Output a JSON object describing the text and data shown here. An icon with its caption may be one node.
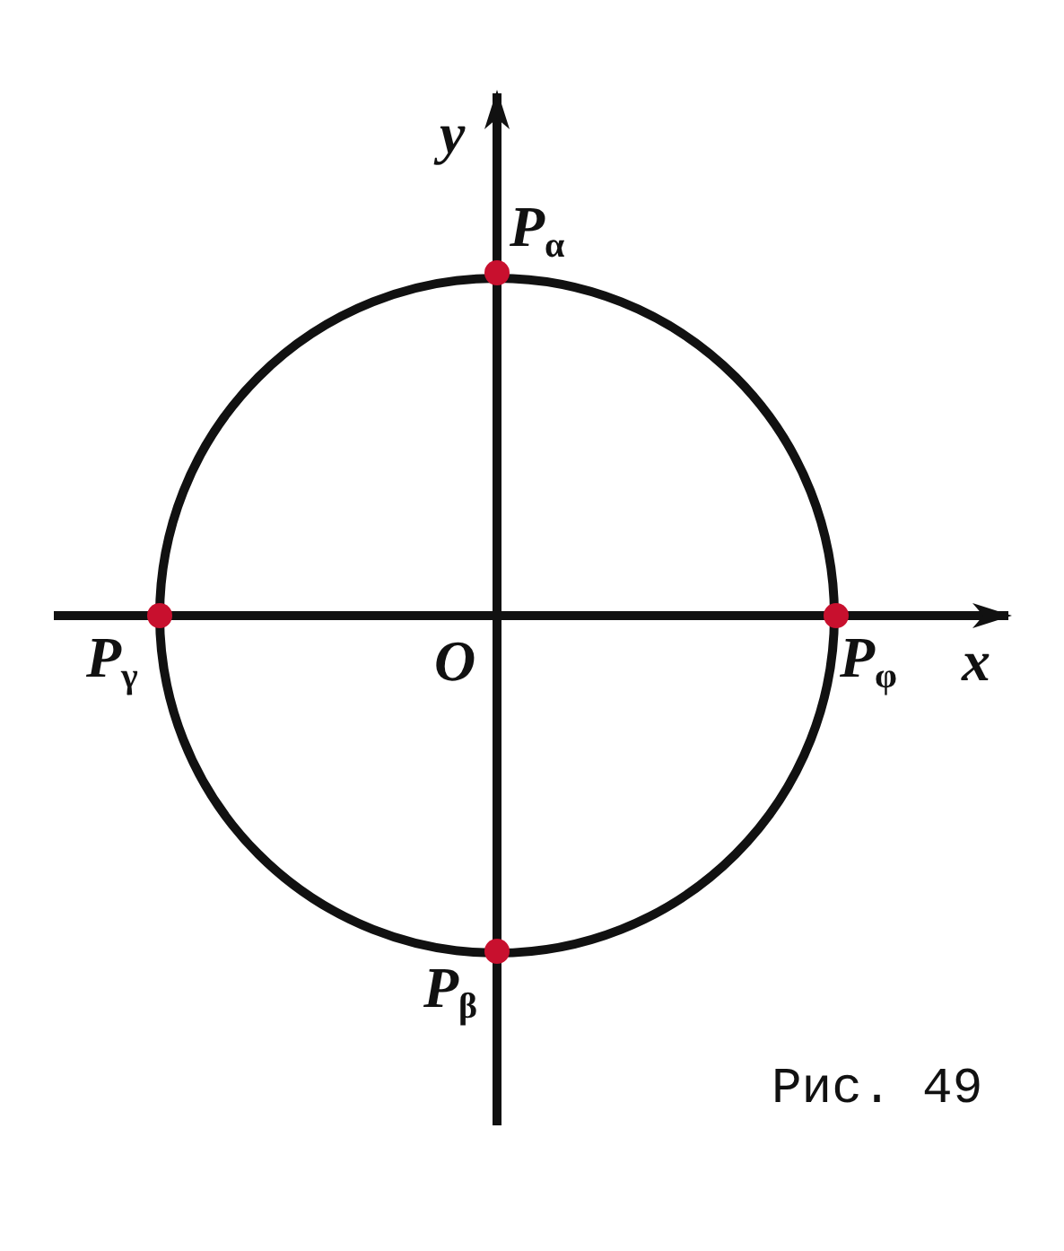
{
  "diagram": {
    "caption": "Рис. 49",
    "labels": [
      "y",
      "P$_{α}$",
      "P$_{γ}$",
      "O",
      "P$_{φ}$",
      "x",
      "P$_{β}$"
    ]
  }
}
